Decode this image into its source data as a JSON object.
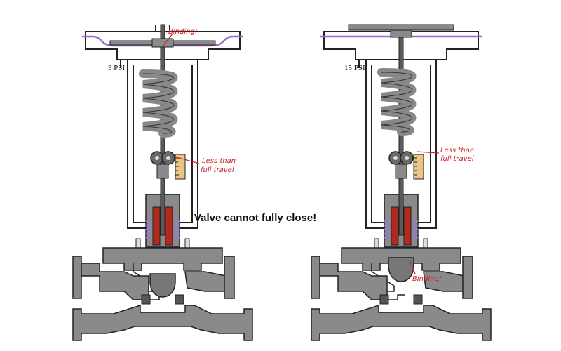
{
  "colors": {
    "body": "#8a8a8a",
    "body_light": "#bdbdbd",
    "steel": "#5a5a5a",
    "packing": "#b02a1e",
    "spring_coil": "#9a7ad8",
    "diaphragm": "#9a68c8",
    "annotation": "#d11f1f",
    "scale": "#e9c58a"
  },
  "left_valve": {
    "pressure_label": "3 PSI",
    "binding_label": "Binding!",
    "travel_label_line1": "Less than",
    "travel_label_line2": "full travel"
  },
  "right_valve": {
    "pressure_label": "15 PSI",
    "binding_label": "Binding!",
    "travel_label_line1": "Less than",
    "travel_label_line2": "full travel"
  },
  "message": "Valve cannot fully close!"
}
